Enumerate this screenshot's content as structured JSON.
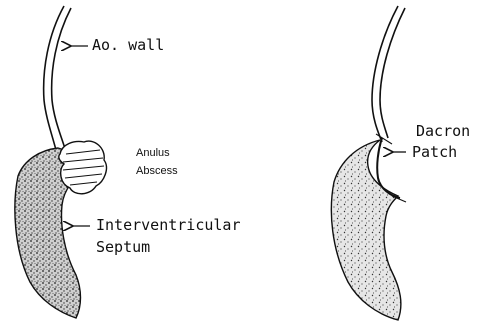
{
  "left_panel": {
    "aortic_wall_label": "Ao. wall",
    "abscess_label_line1": "Anulus",
    "abscess_label_line2": "Abscess",
    "septum_label_line1": "Interventricular",
    "septum_label_line2": "Septum"
  },
  "right_panel": {
    "patch_label_line1": "Dacron",
    "patch_label_line2": "Patch"
  },
  "colors": {
    "ink": "#111111",
    "tissue_fill": "#d4d4d4",
    "background": "#ffffff"
  }
}
